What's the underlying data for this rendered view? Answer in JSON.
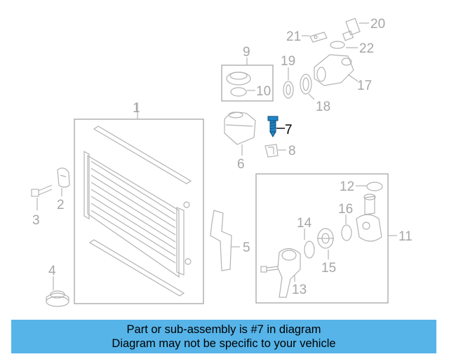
{
  "diagram": {
    "callouts": {
      "c1": "1",
      "c2": "2",
      "c3": "3",
      "c4": "4",
      "c5": "5",
      "c6": "6",
      "c7": "7",
      "c8": "8",
      "c9": "9",
      "c10": "10",
      "c11": "11",
      "c12": "12",
      "c13": "13",
      "c14": "14",
      "c15": "15",
      "c16": "16",
      "c17": "17",
      "c18": "18",
      "c19": "19",
      "c20": "20",
      "c21": "21",
      "c22": "22"
    },
    "highlighted_part": "7",
    "colors": {
      "highlight": "#1f86c7",
      "part_line": "#b3b3b3",
      "label": "#a6a6a6"
    }
  },
  "banner": {
    "line1": "Part or sub-assembly is #7 in diagram",
    "line2": "Diagram may not be specific to your vehicle",
    "color": "#56b4e9"
  }
}
